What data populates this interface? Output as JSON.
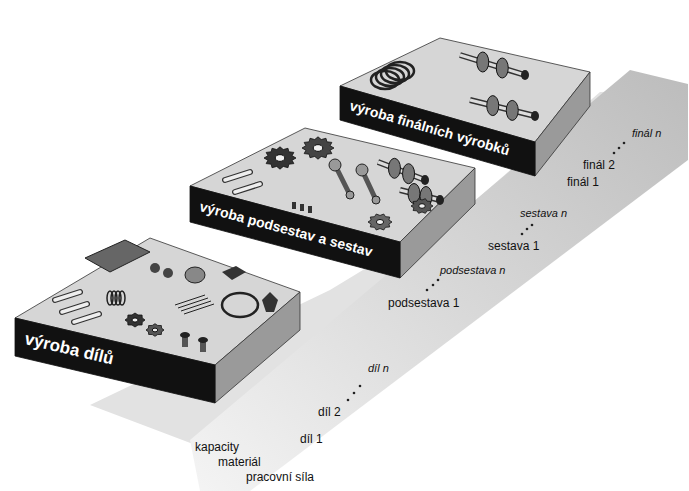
{
  "diagram": {
    "nodes": [
      {
        "text": [
          "výroba dílů"
        ]
      },
      {
        "text": [
          "výroba podsestav a sestav"
        ]
      },
      {
        "text": [
          "výroba finálních výrobků"
        ]
      }
    ],
    "labels": [
      "díl 1",
      "díl 2",
      "díl n",
      "podsestava 1",
      "podsestava n",
      "sestava 1",
      "sestava n",
      "finál 1",
      "finál 2",
      "finál n",
      "kapacity",
      "materiál",
      "pracovní síla"
    ]
  }
}
